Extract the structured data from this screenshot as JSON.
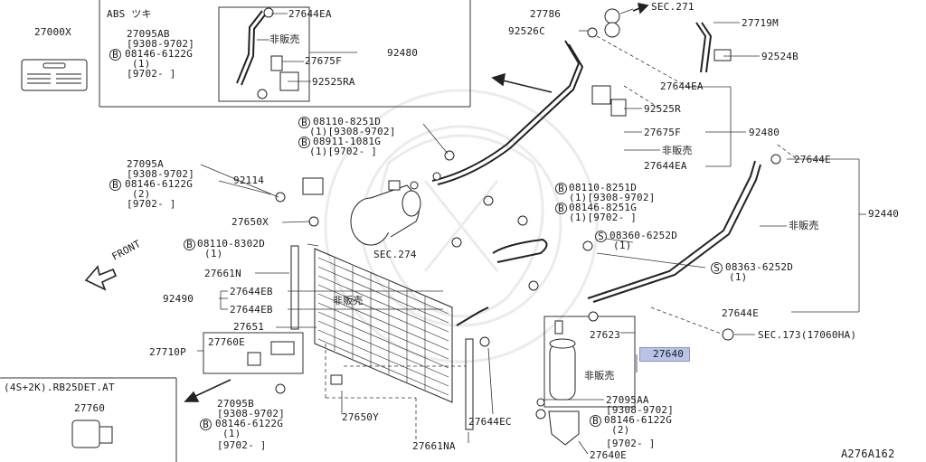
{
  "doc_id": "A276A162",
  "highlight_color": "#b9c3e6",
  "sections": {
    "abs_box_title": "ABS ツキ",
    "rb25_box_title": "(4S+2K).RB25DET.AT"
  },
  "labels": {
    "p27000X": "27000X",
    "p27095AB": "27095AB",
    "p27095AB_range": "[9308-9702]",
    "p27095AB_bolt": "08146-6122G",
    "p27095AB_qty": "(1)",
    "p27095AB_range2": "[9702-    ]",
    "p27644EA_a": "27644EA",
    "hanbai_a": "非販売",
    "p27675F_a": "27675F",
    "p92525RA": "92525RA",
    "p92480_a": "92480",
    "p27786": "27786",
    "sec271": "SEC.271",
    "p27719M": "27719M",
    "p92526C": "92526C",
    "p92524B": "92524B",
    "p27644EA_b": "27644EA",
    "p92525R": "92525R",
    "p27675F_b": "27675F",
    "hanbai_b": "非販売",
    "p92480_b": "92480",
    "p27644EA_c": "27644EA",
    "bolt_8251D_a": "08110-8251D",
    "bolt_8251D_a_range": "(1)[9308-9702]",
    "bolt_1081G": "08911-1081G",
    "bolt_1081G_range": "(1)[9702-    ]",
    "p27095A": "27095A",
    "p27095A_range": "[9308-9702]",
    "p27095A_bolt": "08146-6122G",
    "p27095A_qty": "(2)",
    "p27095A_range2": "[9702-    ]",
    "p92114": "92114",
    "p27650X": "27650X",
    "bolt_8302D": "08110-8302D",
    "bolt_8302D_qty": "(1)",
    "p27661N": "27661N",
    "sec274": "SEC.274",
    "front": "FRONT",
    "bolt_8251D_b": "08110-8251D",
    "bolt_8251D_b_range": "(1)[9308-9702]",
    "bolt_8251G": "08146-8251G",
    "bolt_8251G_range": "(1)[9702-    ]",
    "p27644E_a": "27644E",
    "p92440": "92440",
    "hanbai_c": "非販売",
    "screw_6252D_a": "08360-6252D",
    "screw_6252D_a_qty": "(1)",
    "screw_6252D_b": "08363-6252D",
    "screw_6252D_b_qty": "(1)",
    "p92490": "92490",
    "p27644EB_a": "27644EB",
    "hanbai_d": "非販売",
    "p27644EB_b": "27644EB",
    "p27651": "27651",
    "p27644E_b": "27644E",
    "sec173": "SEC.173(17060HA)",
    "p27623": "27623",
    "p27640": "27640",
    "hanbai_e": "非販売",
    "p27710P": "27710P",
    "p27760E": "27760E",
    "p27095B": "27095B",
    "p27095B_range": "[9308-9702]",
    "p27095B_bolt": "08146-6122G",
    "p27095B_qty": "(1)",
    "p27095B_range2": "[9702-    ]",
    "p27650Y": "27650Y",
    "p27644EC": "27644EC",
    "p27661NA": "27661NA",
    "p27095AA": "27095AA",
    "p27095AA_range": "[9308-9702]",
    "p27095AA_bolt": "08146-6122G",
    "p27095AA_qty": "(2)",
    "p27095AA_range2": "[9702-    ]",
    "p27640E": "27640E",
    "p27760": "27760"
  },
  "bolt_marker": "B",
  "screw_marker": "S"
}
